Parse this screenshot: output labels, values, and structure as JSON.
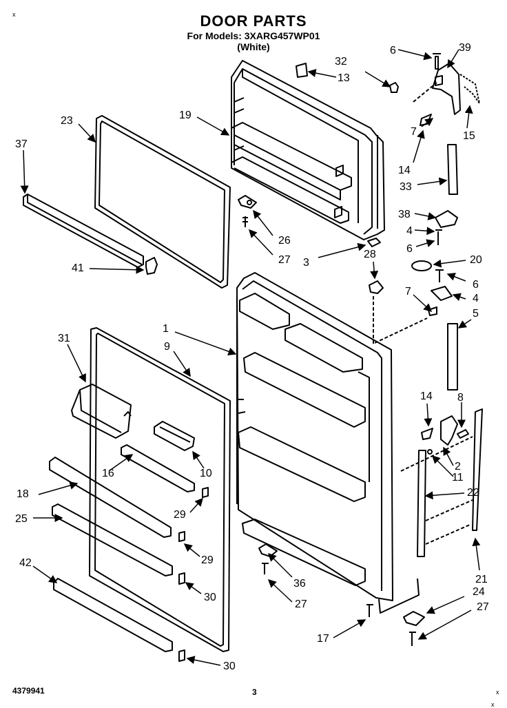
{
  "header": {
    "title": "DOOR PARTS",
    "models_line": "For Models: 3XARG457WP01",
    "color_line": "(White)"
  },
  "footer": {
    "part_number": "4379941",
    "page_number": "3"
  },
  "corner_marks": [
    "x",
    "x",
    "x"
  ],
  "callouts": [
    {
      "id": "c6a",
      "text": "6"
    },
    {
      "id": "c39",
      "text": "39"
    },
    {
      "id": "c32",
      "text": "32"
    },
    {
      "id": "c13",
      "text": "13"
    },
    {
      "id": "c19",
      "text": "19"
    },
    {
      "id": "c23",
      "text": "23"
    },
    {
      "id": "c37",
      "text": "37"
    },
    {
      "id": "c15",
      "text": "15"
    },
    {
      "id": "c7a",
      "text": "7"
    },
    {
      "id": "c14a",
      "text": "14"
    },
    {
      "id": "c33",
      "text": "33"
    },
    {
      "id": "c38",
      "text": "38"
    },
    {
      "id": "c4a",
      "text": "4"
    },
    {
      "id": "c6b",
      "text": "6"
    },
    {
      "id": "c26",
      "text": "26"
    },
    {
      "id": "c27a",
      "text": "27"
    },
    {
      "id": "c3",
      "text": "3"
    },
    {
      "id": "c41",
      "text": "41"
    },
    {
      "id": "c28",
      "text": "28"
    },
    {
      "id": "c20",
      "text": "20"
    },
    {
      "id": "c6c",
      "text": "6"
    },
    {
      "id": "c7b",
      "text": "7"
    },
    {
      "id": "c4b",
      "text": "4"
    },
    {
      "id": "c5",
      "text": "5"
    },
    {
      "id": "c1",
      "text": "1"
    },
    {
      "id": "c31",
      "text": "31"
    },
    {
      "id": "c9",
      "text": "9"
    },
    {
      "id": "c14b",
      "text": "14"
    },
    {
      "id": "c8",
      "text": "8"
    },
    {
      "id": "c10",
      "text": "10"
    },
    {
      "id": "c16",
      "text": "16"
    },
    {
      "id": "c2",
      "text": "2"
    },
    {
      "id": "c18",
      "text": "18"
    },
    {
      "id": "c11",
      "text": "11"
    },
    {
      "id": "c22",
      "text": "22"
    },
    {
      "id": "c29a",
      "text": "29"
    },
    {
      "id": "c25",
      "text": "25"
    },
    {
      "id": "c29b",
      "text": "29"
    },
    {
      "id": "c42",
      "text": "42"
    },
    {
      "id": "c21",
      "text": "21"
    },
    {
      "id": "c36",
      "text": "36"
    },
    {
      "id": "c30a",
      "text": "30"
    },
    {
      "id": "c24",
      "text": "24"
    },
    {
      "id": "c27b",
      "text": "27"
    },
    {
      "id": "c27c",
      "text": "27"
    },
    {
      "id": "c17",
      "text": "17"
    },
    {
      "id": "c30b",
      "text": "30"
    }
  ]
}
